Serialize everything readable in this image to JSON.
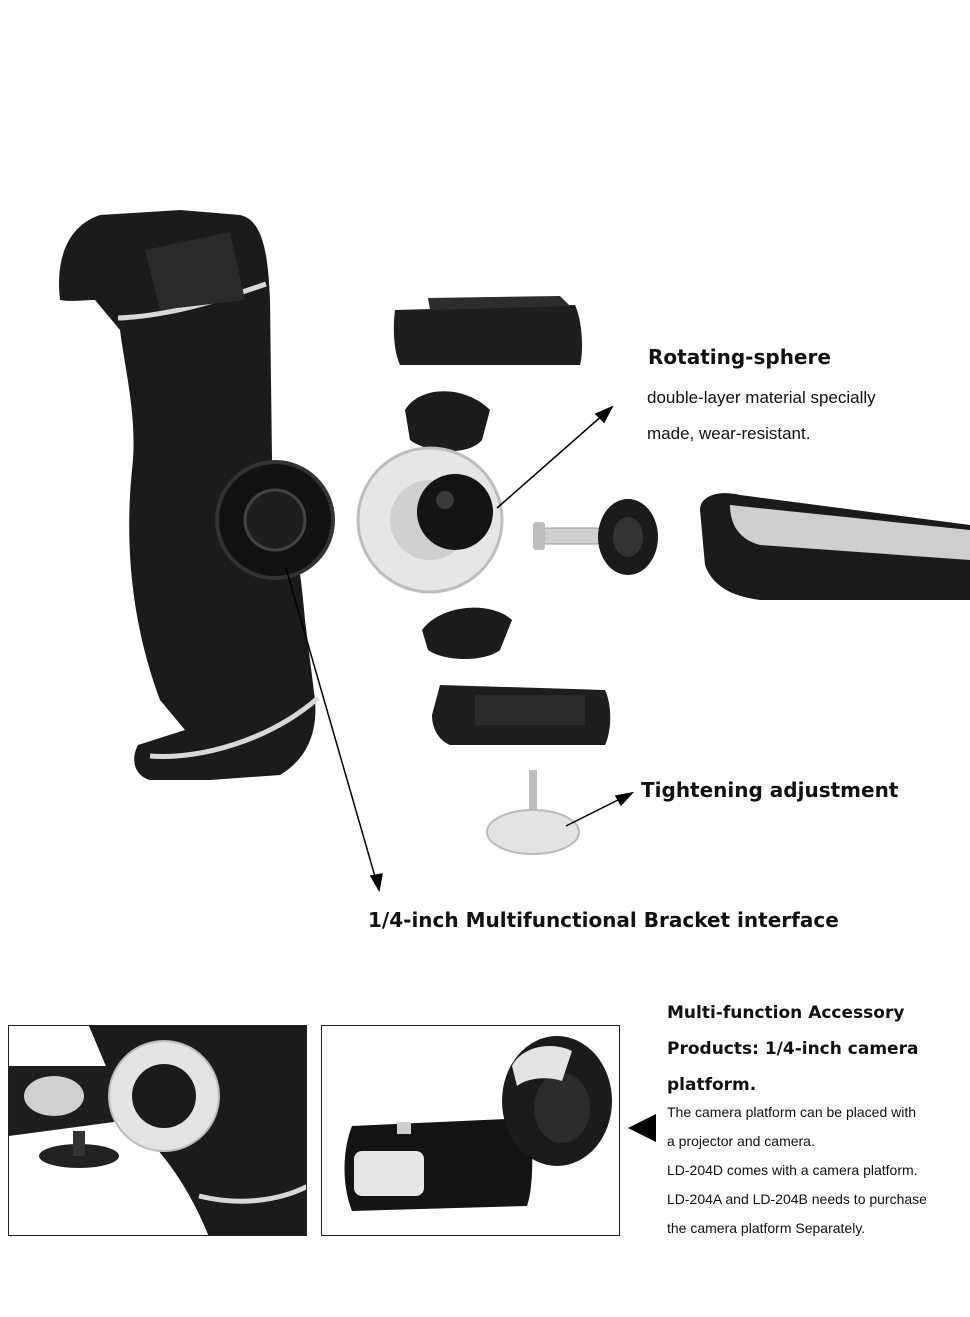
{
  "labels": {
    "rotating_title": "Rotating-sphere",
    "rotating_line1": "double-layer material specially",
    "rotating_line2": "made, wear-resistant.",
    "tightening": "Tightening adjustment",
    "interface": "1/4-inch Multifunctional Bracket interface"
  },
  "accessory": {
    "title_line1": "Multi-function Accessory",
    "title_line2": "Products: 1/4-inch camera",
    "title_line3": "platform.",
    "desc": [
      "The camera platform can be placed with",
      "a projector and camera.",
      "LD-204D comes with a camera platform.",
      "LD-204A and LD-204B needs to purchase",
      "the camera platform Separately."
    ]
  },
  "colors": {
    "plastic_black": "#1b1b1b",
    "accent_silver": "#d8d8d8",
    "arrow": "#000000"
  },
  "icons": {
    "pointer": "triangle-left"
  }
}
